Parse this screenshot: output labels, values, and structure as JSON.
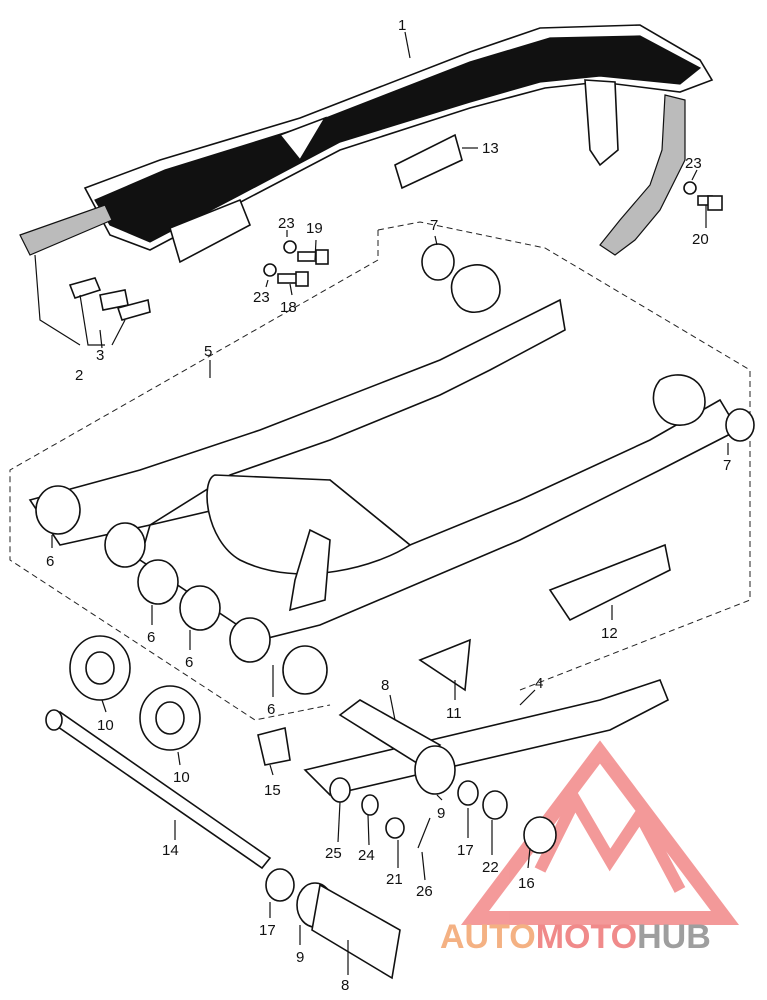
{
  "parts": [
    {
      "id": "p1",
      "label": "1"
    },
    {
      "id": "p2",
      "label": "2"
    },
    {
      "id": "p3",
      "label": "3"
    },
    {
      "id": "p4",
      "label": "4"
    },
    {
      "id": "p5",
      "label": "5"
    },
    {
      "id": "p6a",
      "label": "6"
    },
    {
      "id": "p6b",
      "label": "6"
    },
    {
      "id": "p6c",
      "label": "6"
    },
    {
      "id": "p6d",
      "label": "6"
    },
    {
      "id": "p7a",
      "label": "7"
    },
    {
      "id": "p7b",
      "label": "7"
    },
    {
      "id": "p8a",
      "label": "8"
    },
    {
      "id": "p8b",
      "label": "8"
    },
    {
      "id": "p9a",
      "label": "9"
    },
    {
      "id": "p9b",
      "label": "9"
    },
    {
      "id": "p10a",
      "label": "10"
    },
    {
      "id": "p10b",
      "label": "10"
    },
    {
      "id": "p11",
      "label": "11"
    },
    {
      "id": "p12",
      "label": "12"
    },
    {
      "id": "p13",
      "label": "13"
    },
    {
      "id": "p14",
      "label": "14"
    },
    {
      "id": "p15",
      "label": "15"
    },
    {
      "id": "p16",
      "label": "16"
    },
    {
      "id": "p17a",
      "label": "17"
    },
    {
      "id": "p17b",
      "label": "17"
    },
    {
      "id": "p18",
      "label": "18"
    },
    {
      "id": "p19",
      "label": "19"
    },
    {
      "id": "p20",
      "label": "20"
    },
    {
      "id": "p21",
      "label": "21"
    },
    {
      "id": "p22",
      "label": "22"
    },
    {
      "id": "p23a",
      "label": "23"
    },
    {
      "id": "p23b",
      "label": "23"
    },
    {
      "id": "p23c",
      "label": "23"
    },
    {
      "id": "p24",
      "label": "24"
    },
    {
      "id": "p25",
      "label": "25"
    },
    {
      "id": "p26",
      "label": "26"
    }
  ],
  "watermark": {
    "part1": "AUTO",
    "part2": "MOTO",
    "part3": "HUB",
    "color_light": "#f4b183",
    "color_mid": "#f08a8a",
    "color_dark": "#9e9e9e"
  }
}
